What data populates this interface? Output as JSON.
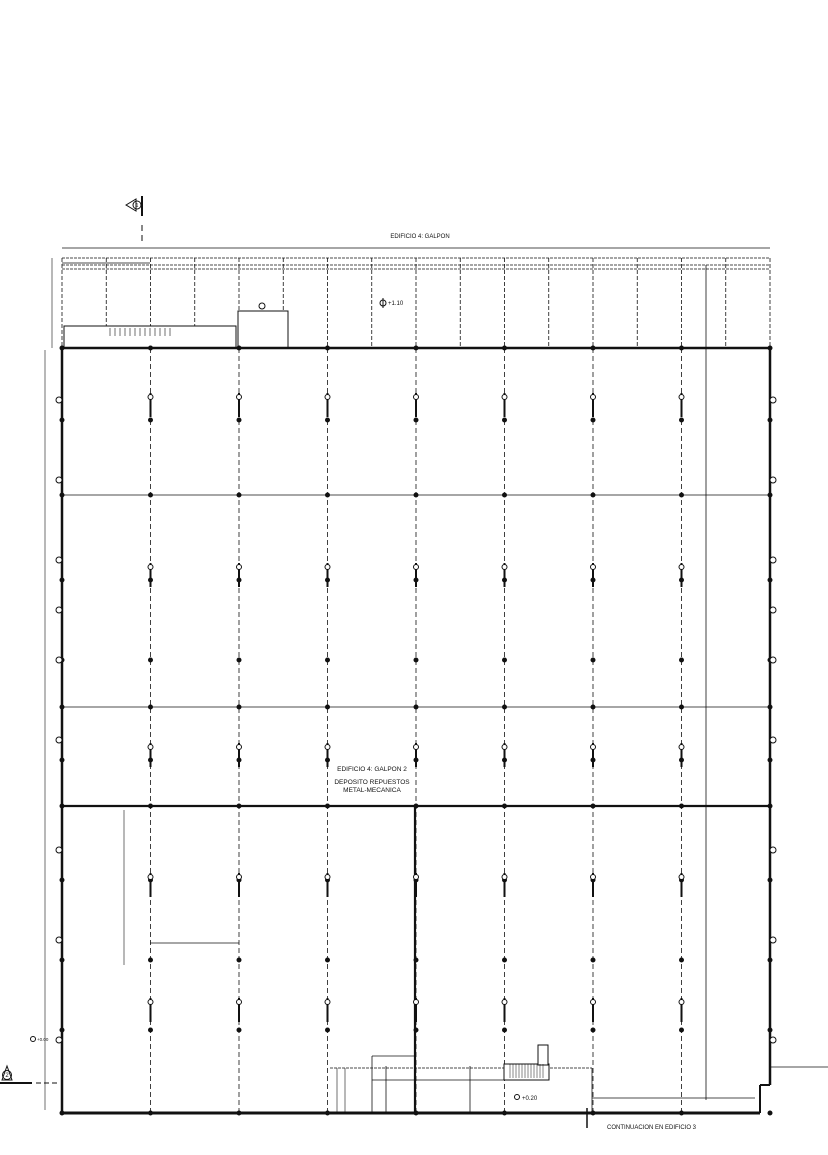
{
  "drawing": {
    "title": "EDIFICIO 4: GALPON",
    "canopy_level": "+1.10",
    "room_title": "EDIFICIO 4: GALPON 2",
    "room_use_line1": "DEPOSITO REPUESTOS",
    "room_use_line2": "METAL-MECANICA",
    "interior_level": "+0.20",
    "ground_level": "+0.00",
    "continuation_note": "CONTINUACION EN EDIFICIO 3",
    "section_marker_top": "1",
    "section_marker_left": "2",
    "line_color": "#111111",
    "background_color": "#ffffff"
  }
}
